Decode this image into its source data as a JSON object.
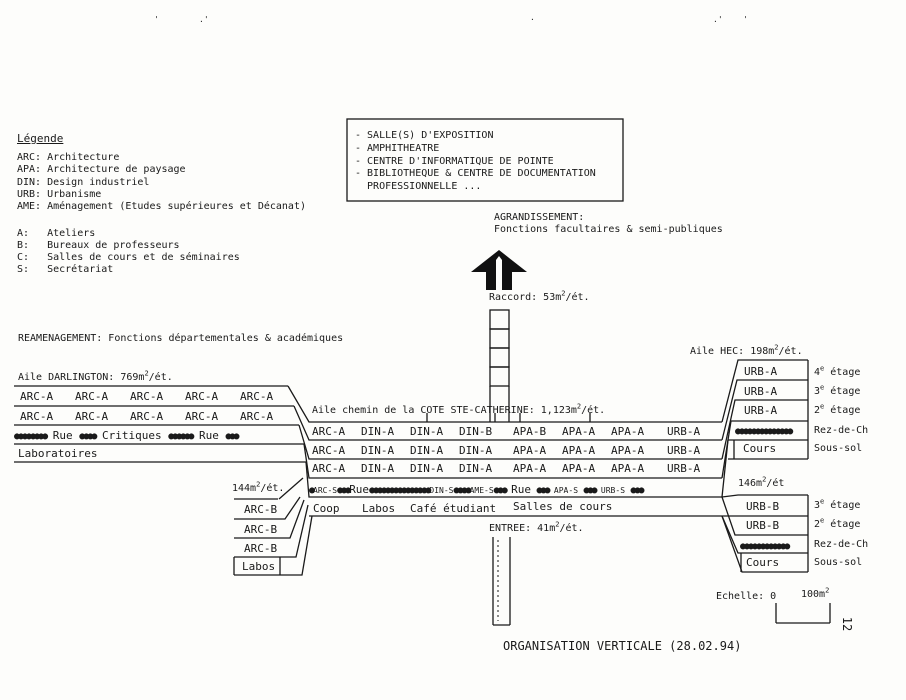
{
  "legend": {
    "title": "Légende",
    "programs": [
      "ARC: Architecture",
      "APA: Architecture de paysage",
      "DIN: Design industriel",
      "URB: Urbanisme",
      "AME: Aménagement (Etudes supérieures et Décanat)"
    ],
    "spaces": [
      "A:   Ateliers",
      "B:   Bureaux de professeurs",
      "C:   Salles de cours et de séminaires",
      "S:   Secrétariat"
    ]
  },
  "top_box": {
    "lines": [
      "- SALLE(S) D'EXPOSITION",
      "- AMPHITHEATRE",
      "- CENTRE D'INFORMATIQUE DE POINTE",
      "- BIBLIOTHEQUE & CENTRE DE DOCUMENTATION",
      "  PROFESSIONNELLE ..."
    ]
  },
  "expansion": {
    "title": "AGRANDISSEMENT:",
    "subtitle": "Fonctions facultaires & semi-publiques"
  },
  "connector": {
    "label": "Raccord: 53m",
    "sup": "2",
    "unit": "/ét."
  },
  "reamenagement": "REAMENAGEMENT: Fonctions départementales & académiques",
  "darlington": {
    "title": "Aile DARLINGTON: 769m",
    "sup": "2",
    "unit": "/ét.",
    "row1": [
      "ARC-A",
      "ARC-A",
      "ARC-A",
      "ARC-A",
      "ARC-A"
    ],
    "row2": [
      "ARC-A",
      "ARC-A",
      "ARC-A",
      "ARC-A",
      "ARC-A"
    ],
    "street_a": "Rue",
    "street_b": "Critiques",
    "street_c": "Rue",
    "labs": "Laboratoires"
  },
  "darlington_lower": {
    "area": "144m",
    "sup": "2",
    "unit": "/ét.",
    "rows": [
      "ARC-B",
      "ARC-B",
      "ARC-B",
      "Labos"
    ]
  },
  "cote": {
    "title": "Aile chemin de la COTE STE-CATHERINE: 1,123m",
    "sup": "2",
    "unit": "/ét.",
    "row1": [
      "ARC-A",
      "DIN-A",
      "DIN-A",
      "DIN-B",
      "APA-B",
      "APA-A",
      "APA-A",
      "URB-A"
    ],
    "row2": [
      "ARC-A",
      "DIN-A",
      "DIN-A",
      "DIN-A",
      "APA-A",
      "APA-A",
      "APA-A",
      "URB-A"
    ],
    "row3": [
      "ARC-A",
      "DIN-A",
      "DIN-A",
      "DIN-A",
      "APA-A",
      "APA-A",
      "APA-A",
      "URB-A"
    ],
    "street": {
      "arcs": "ARC-S",
      "rue1": "Rue",
      "dins": "DIN-S",
      "ames": "AME-S",
      "rue2": "Rue",
      "apas": "APA-S",
      "urbs": "URB-S"
    },
    "ground": [
      "Coop",
      "Labos",
      "Café étudiant",
      "Salles de cours"
    ]
  },
  "entrance": {
    "label": "ENTREE: 41m",
    "sup": "2",
    "unit": "/ét."
  },
  "hec": {
    "title": "Aile HEC: 198m",
    "sup": "2",
    "unit": "/ét.",
    "rows": [
      "URB-A",
      "URB-A",
      "URB-A",
      "",
      "Cours"
    ],
    "floors_upper": [
      {
        "num": "4",
        "sup": "e",
        "label": " étage"
      },
      {
        "num": "3",
        "sup": "e",
        "label": " étage"
      },
      {
        "num": "2",
        "sup": "e",
        "label": " étage"
      },
      {
        "num": "Rez-de-Ch",
        "sup": "",
        "label": ""
      },
      {
        "num": "Sous-sol",
        "sup": "",
        "label": ""
      }
    ]
  },
  "hec_lower": {
    "area": "146m",
    "sup": "2",
    "unit": "/ét",
    "rows": [
      "URB-B",
      "URB-B",
      "",
      "Cours"
    ],
    "floors": [
      {
        "num": "3",
        "sup": "e",
        "label": " étage"
      },
      {
        "num": "2",
        "sup": "e",
        "label": " étage"
      },
      {
        "num": "Rez-de-Ch",
        "sup": "",
        "label": ""
      },
      {
        "num": "Sous-sol",
        "sup": "",
        "label": ""
      }
    ]
  },
  "scale": {
    "label": "Echelle: 0",
    "value": "100m",
    "sup": "2"
  },
  "footer": "ORGANISATION VERTICALE (28.02.94)",
  "page_number": "12"
}
